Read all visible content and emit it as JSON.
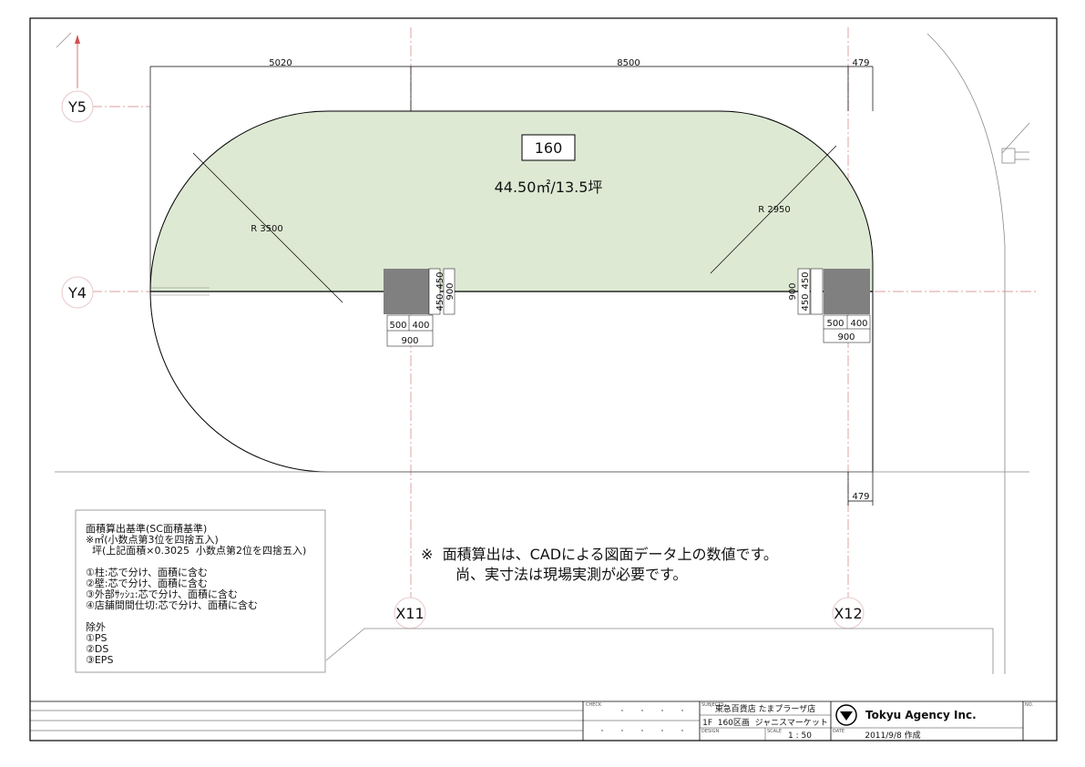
{
  "plan": {
    "unit_number": "160",
    "area": "44.50㎡/13.5坪",
    "radius_left": "R 3500",
    "radius_right": "R 2950",
    "dims_top": [
      "5020",
      "8500",
      "479"
    ],
    "dim_bottom_right": "479",
    "column_left": {
      "w1": "500",
      "w2": "400",
      "total_w": "900",
      "h1": "450",
      "h2": "450",
      "total_h": "900"
    },
    "column_right": {
      "w1": "500",
      "w2": "400",
      "total_w": "900",
      "h1": "450",
      "h2": "450",
      "total_h": "900"
    }
  },
  "grid_labels": {
    "y5": "Y5",
    "y4": "Y4",
    "x11": "X11",
    "x12": "X12"
  },
  "notes": {
    "lines": [
      "面積算出基準(SC面積基準)",
      "※㎡(小数点第3位を四捨五入)",
      "  坪(上記面積×0.3025  小数点第2位を四捨五入)",
      "",
      "①柱:芯で分け、面積に含む",
      "②壁:芯で分け、面積に含む",
      "③外部ｻｯｼｭ:芯で分け、面積に含む",
      "④店舗間間仕切:芯で分け、面積に含む",
      "",
      "除外",
      "①PS",
      "②DS",
      "③EPS"
    ]
  },
  "remark": {
    "line1": "※  面積算出は、CADによる図面データ上の数値です。",
    "line2": "尚、実寸法は現場実測が必要です。"
  },
  "title_block": {
    "check_label": "CHECK",
    "subjects_label": "SUBJECTS",
    "subject1": "東急百貨店 たまプラーザ店",
    "subject2": "1F  160区画  ジャニスマーケット",
    "design_label": "DESIGN",
    "scale_label": "SCALE",
    "scale": "1 : 50",
    "date_label": "DATE",
    "date": "2011/9/8 作成",
    "company": "Tokyu Agency Inc.",
    "no_label": "NO."
  },
  "colors": {
    "fill": "#dde9d3",
    "column": "#808080",
    "gridline": "#d08080"
  }
}
